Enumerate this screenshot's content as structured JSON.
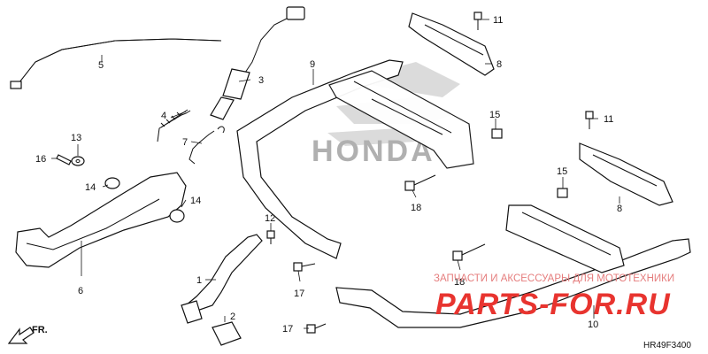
{
  "watermark": {
    "tagline": "ЗАПЧАСТИ И АКСЕССУАРЫ ДЛЯ МОТОТЕХНИКИ",
    "brand": "PARTS-FOR.RU",
    "tagline_color": "#e57d7d",
    "brand_color": "#e8342f",
    "honda_text": "HONDA"
  },
  "front_marker": "FR.",
  "diagram_code": "HR49F3400",
  "callouts": {
    "c1": "1",
    "c2": "2",
    "c3": "3",
    "c4": "4",
    "c5": "5",
    "c6": "6",
    "c7": "7",
    "c8a": "8",
    "c8b": "8",
    "c9": "9",
    "c10": "10",
    "c11a": "11",
    "c11b": "11",
    "c12": "12",
    "c13": "13",
    "c14a": "14",
    "c14b": "14",
    "c15a": "15",
    "c15b": "15",
    "c16": "16",
    "c17a": "17",
    "c17b": "17",
    "c18a": "18",
    "c18b": "18"
  }
}
